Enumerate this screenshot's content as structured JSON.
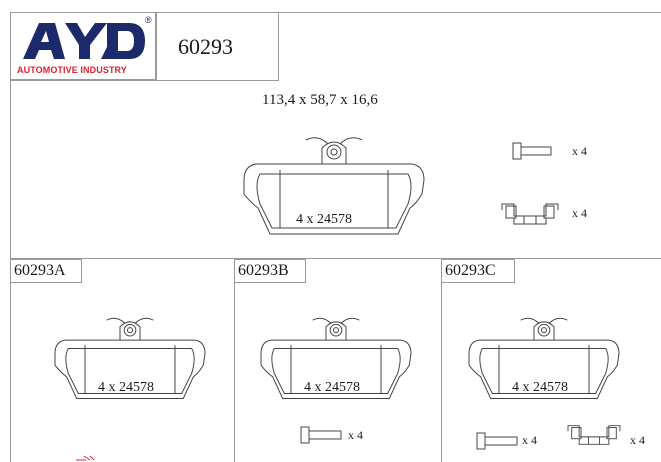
{
  "brand": {
    "logo_text": "AYD",
    "registered_mark": "®",
    "tagline": "AUTOMOTIVE INDUSTRY",
    "colors": {
      "logo_navy": "#1c2a6b",
      "tagline_red": "#d9232d"
    }
  },
  "header": {
    "part_number": "60293"
  },
  "main": {
    "dimensions": "113,4 x 58,7 x 16,6",
    "pad_label": "4 x 24578",
    "accessories": [
      {
        "icon": "bolt-icon",
        "qty": "x 4"
      },
      {
        "icon": "clip-icon",
        "qty": "x 4"
      }
    ]
  },
  "variants": [
    {
      "code": "60293A",
      "pad_label": "4 x 24578",
      "accessories": []
    },
    {
      "code": "60293B",
      "pad_label": "4 x 24578",
      "accessories": [
        {
          "icon": "bolt-icon",
          "qty": "x 4"
        }
      ]
    },
    {
      "code": "60293C",
      "pad_label": "4 x 24578",
      "accessories": [
        {
          "icon": "bolt-icon",
          "qty": "x 4"
        },
        {
          "icon": "clip-icon",
          "qty": "x 4"
        }
      ]
    }
  ]
}
